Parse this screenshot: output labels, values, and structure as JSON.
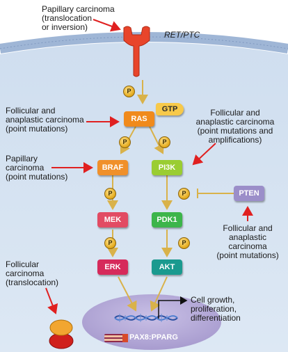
{
  "receptor": {
    "name": "RET/PTC"
  },
  "labels": {
    "papillary_translocation": "Papillary carcinoma\n(translocation\nor inversion)",
    "follicular_anaplastic_ras": "Follicular and\nanaplastic carcinoma\n(point mutations)",
    "follicular_anaplastic_pi3k": "Follicular and\nanaplastic carcinoma\n(point mutations and\namplifications)",
    "papillary_braf": "Papillary\ncarcinoma\n(point mutations)",
    "follicular_anaplastic_pten": "Follicular and\nanaplastic\ncarcinoma\n(point mutations)",
    "follicular_translocation": "Follicular\ncarcinoma\n(translocation)",
    "cell_outcome": "Cell growth,\nproliferation,\ndifferentiation"
  },
  "nodes": {
    "ras": "RAS",
    "gtp": "GTP",
    "braf": "BRAF",
    "pi3k": "PI3K",
    "pten": "PTEN",
    "mek": "MEK",
    "pdk1": "PDK1",
    "erk": "ERK",
    "akt": "AKT",
    "pax8_pparg": "PAX8:PPARG"
  },
  "phosphate_symbol": "P",
  "colors": {
    "receptor": "#e8452b",
    "ras": "#f08a1c",
    "braf": "#f0902a",
    "pi3k": "#9acd32",
    "pten": "#9b8ec9",
    "mek": "#e24b63",
    "pdk1": "#3cb54a",
    "erk": "#d62a5b",
    "akt": "#1a9a8f",
    "membrane": "#9fb6d6",
    "cytoplasm": "#d9e6f3",
    "nucleus": "#b8addb",
    "phosphate": "#f2c33a",
    "mutation_arrow": "#e02020"
  }
}
